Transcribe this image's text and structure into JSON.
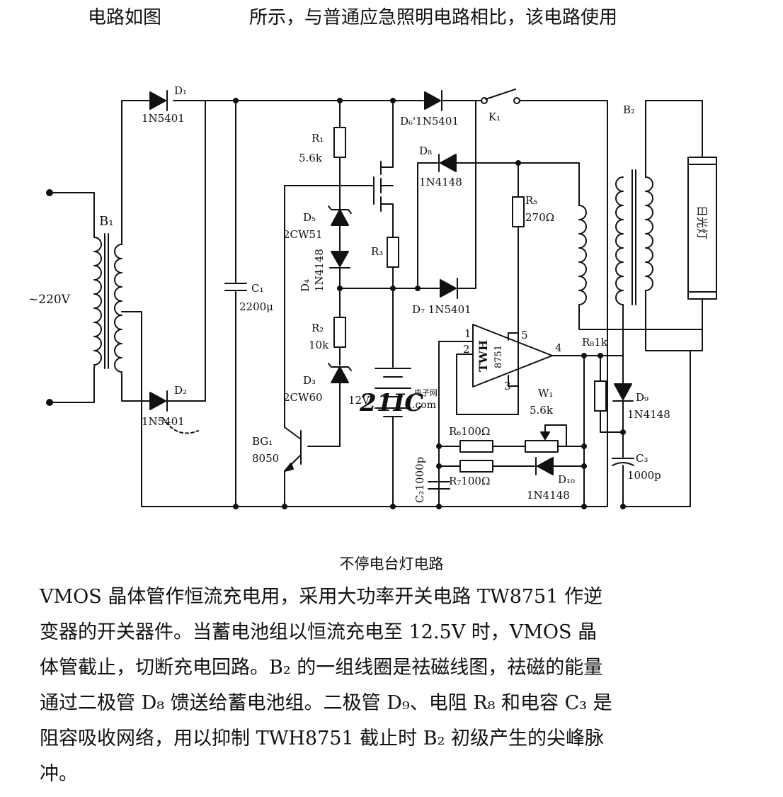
{
  "header": {
    "left": "电路如图",
    "right": "所示，与普通应急照明电路相比，该电路使用"
  },
  "diagram": {
    "input_label": "~220V",
    "labels": {
      "B1": "B₁",
      "D1": "D₁",
      "D1_part": "1N5401",
      "D2": "D₂",
      "D2_part": "1N5401",
      "C1": "C₁",
      "C1_value": "2200μ",
      "R1": "R₁",
      "R1_value": "5.6k",
      "D5": "D₅",
      "D5_part": "2CW51",
      "D4": "D₄",
      "D4_part": "1N4148",
      "R2": "R₂",
      "R2_value": "10k",
      "D3": "D₃",
      "D3_part": "2CW60",
      "BG1": "BG₁",
      "BG1_part": "8050",
      "R3": "R₃",
      "battery": "12V",
      "D6": "D₆'1N5401",
      "K1": "K₁",
      "D8": "D₈",
      "D8_part": "1N4148",
      "R5": "R₅",
      "R5_value": "270Ω",
      "D7": "D₇ 1N5401",
      "IC": "TWH",
      "IC_num": "8751",
      "pin1": "1",
      "pin2": "2",
      "pin3": "3",
      "pin4": "4",
      "pin5": "5",
      "W1": "W₁",
      "W1_value": "5.6k",
      "R6": "R₆100Ω",
      "R7": "R₇100Ω",
      "C2": "C₂1000p",
      "D10": "D₁₀",
      "D10_part": "1N4148",
      "R8": "R₈1k",
      "D9": "D₉",
      "D9_part": "1N4148",
      "C3": "C₃",
      "C3_value": "1000p",
      "B2": "B₂",
      "lamp": "日光灯"
    },
    "watermark": {
      "logo": "21IC",
      "site": "电子网",
      "domain": ".com",
      "color": "#2a9fd6"
    }
  },
  "caption": "不停电台灯电路",
  "paragraph": [
    "VMOS 晶体管作恒流充电用，采用大功率开关电路 TW8751 作逆",
    "变器的开关器件。当蓄电池组以恒流充电至 12.5V 时，VMOS 晶",
    "体管截止，切断充电回路。B₂ 的一组线圈是祛磁线图，祛磁的能量",
    "通过二极管 D₈ 馈送给蓄电池组。二极管 D₉、电阻 R₈ 和电容 C₃ 是",
    "阻容吸收网络，用以抑制 TWH8751 截止时 B₂ 初级产生的尖峰脉",
    "冲。"
  ]
}
